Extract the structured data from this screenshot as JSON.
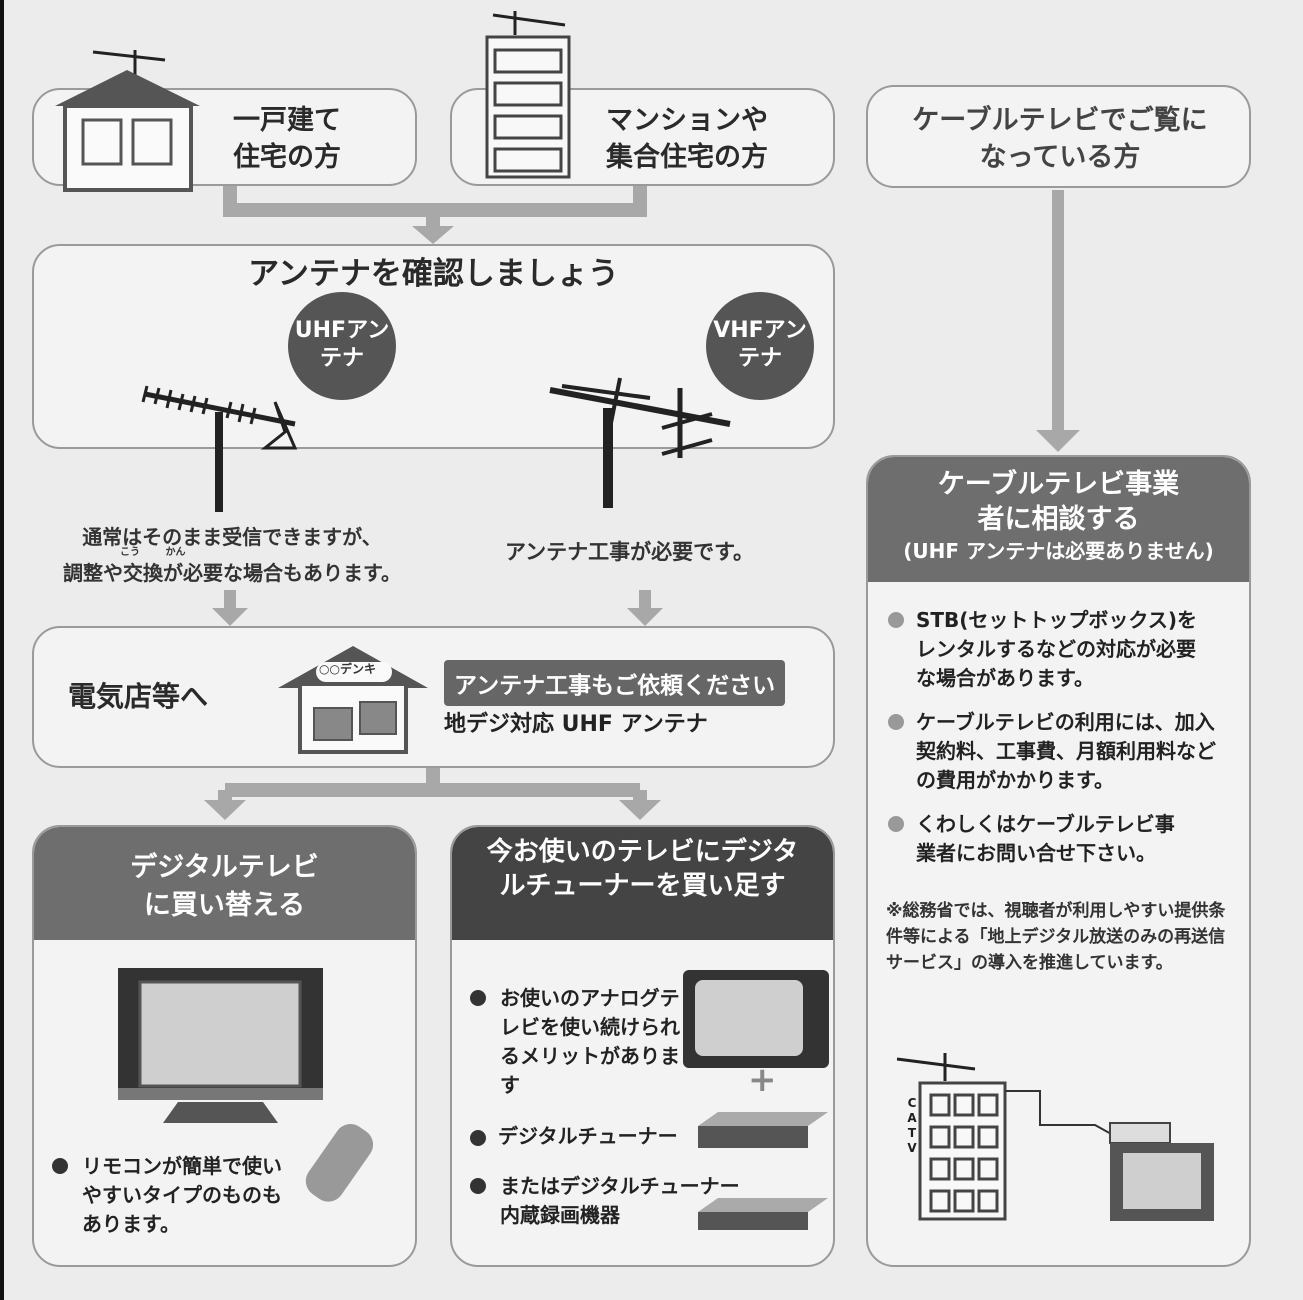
{
  "top": {
    "house_label": "一戸建て住宅の方",
    "apartment_label": "マンションや集合住宅の方",
    "cable_label": "ケーブルテレビでご覧になっている方"
  },
  "antenna_check": {
    "title": "アンテナを確認しましょう",
    "uhf_badge": "UHFアンテナ",
    "vhf_badge": "VHFアンテナ",
    "uhf_note_line1": "通常はそのまま受信できますが、",
    "uhf_note_line2": "調整や交換が必要な場合もあります。",
    "ruby_kou": "こう",
    "ruby_kan": "かん",
    "vhf_note": "アンテナ工事が必要です。"
  },
  "store": {
    "label": "電気店等へ",
    "sign": "○○デンキ",
    "request_badge": "アンテナ工事もご依頼ください",
    "uhf_compat": "地デジ対応 UHF アンテナ"
  },
  "buy_tv": {
    "head": "デジタルテレビに買い替える",
    "bullet": "リモコンが簡単で使いやすいタイプのものもあります。"
  },
  "tuner": {
    "head": "今お使いのテレビにデジタルチューナーを買い足す",
    "bullet1": "お使いのアナログテレビを使い続けられるメリットがあります",
    "plus": "+",
    "bullet2": "デジタルチューナー",
    "bullet3": "またはデジタルチューナー内蔵録画機器"
  },
  "cable": {
    "head": "ケーブルテレビ事業者に相談する",
    "head_sub": "(UHF アンテナは必要ありません)",
    "bullet1": "STB(セットトップボックス)をレンタルするなどの対応が必要な場合があります。",
    "bullet2": "ケーブルテレビの利用には、加入契約料、工事費、月額利用料などの費用がかかります。",
    "bullet3": "くわしくはケーブルテレビ事業者にお問い合せ下さい。",
    "note": "※総務省では、視聴者が利用しやすい提供条件等による「地上デジタル放送のみの再送信サービス」の導入を推進しています。",
    "catv_label": "CATV"
  },
  "colors": {
    "dark_head": "#4a4a4a",
    "mid_head": "#6e6e6e",
    "arrow": "#a0a0a0"
  }
}
